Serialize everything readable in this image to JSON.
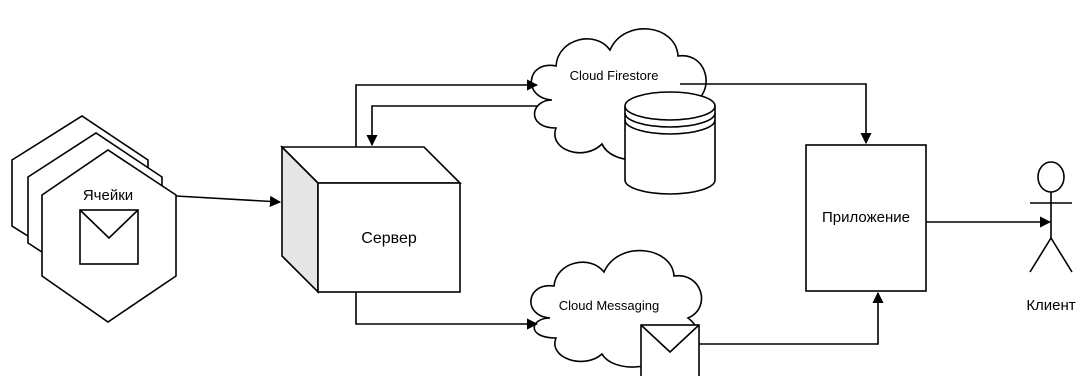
{
  "diagram": {
    "nodes": {
      "cells": "Ячейки",
      "server": "Сервер",
      "firestore": "Cloud Firestore",
      "messaging": "Cloud Messaging",
      "app": "Приложение",
      "client": "Клиент"
    }
  }
}
